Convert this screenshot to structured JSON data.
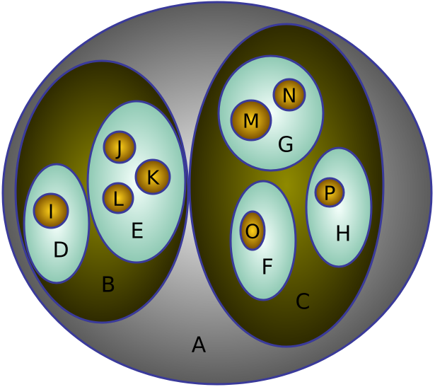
{
  "diagram": {
    "nodes": {
      "A": {
        "label": "A",
        "level": "root"
      },
      "B": {
        "label": "B",
        "level": "group",
        "parent": "A"
      },
      "C": {
        "label": "C",
        "level": "group",
        "parent": "A"
      },
      "D": {
        "label": "D",
        "level": "subgroup",
        "parent": "B"
      },
      "E": {
        "label": "E",
        "level": "subgroup",
        "parent": "B"
      },
      "F": {
        "label": "F",
        "level": "subgroup",
        "parent": "C"
      },
      "G": {
        "label": "G",
        "level": "subgroup",
        "parent": "C"
      },
      "H": {
        "label": "H",
        "level": "subgroup",
        "parent": "C"
      },
      "I": {
        "label": "I",
        "level": "leaf",
        "parent": "D"
      },
      "J": {
        "label": "J",
        "level": "leaf",
        "parent": "E"
      },
      "K": {
        "label": "K",
        "level": "leaf",
        "parent": "E"
      },
      "L": {
        "label": "L",
        "level": "leaf",
        "parent": "E"
      },
      "M": {
        "label": "M",
        "level": "leaf",
        "parent": "G"
      },
      "N": {
        "label": "N",
        "level": "leaf",
        "parent": "G"
      },
      "O": {
        "label": "O",
        "level": "leaf",
        "parent": "F"
      },
      "P": {
        "label": "P",
        "level": "leaf",
        "parent": "H"
      }
    },
    "colors": {
      "outline": "#3a3a9a",
      "root_center": "#f2f2f2",
      "root_edge": "#5c5c5c",
      "group_center": "#8f8a00",
      "group_edge": "#2e2a00",
      "subgroup_center": "#f4fffb",
      "subgroup_edge": "#8ec9b3",
      "leaf_center": "#ffd21a",
      "leaf_edge": "#7a4e00"
    }
  }
}
